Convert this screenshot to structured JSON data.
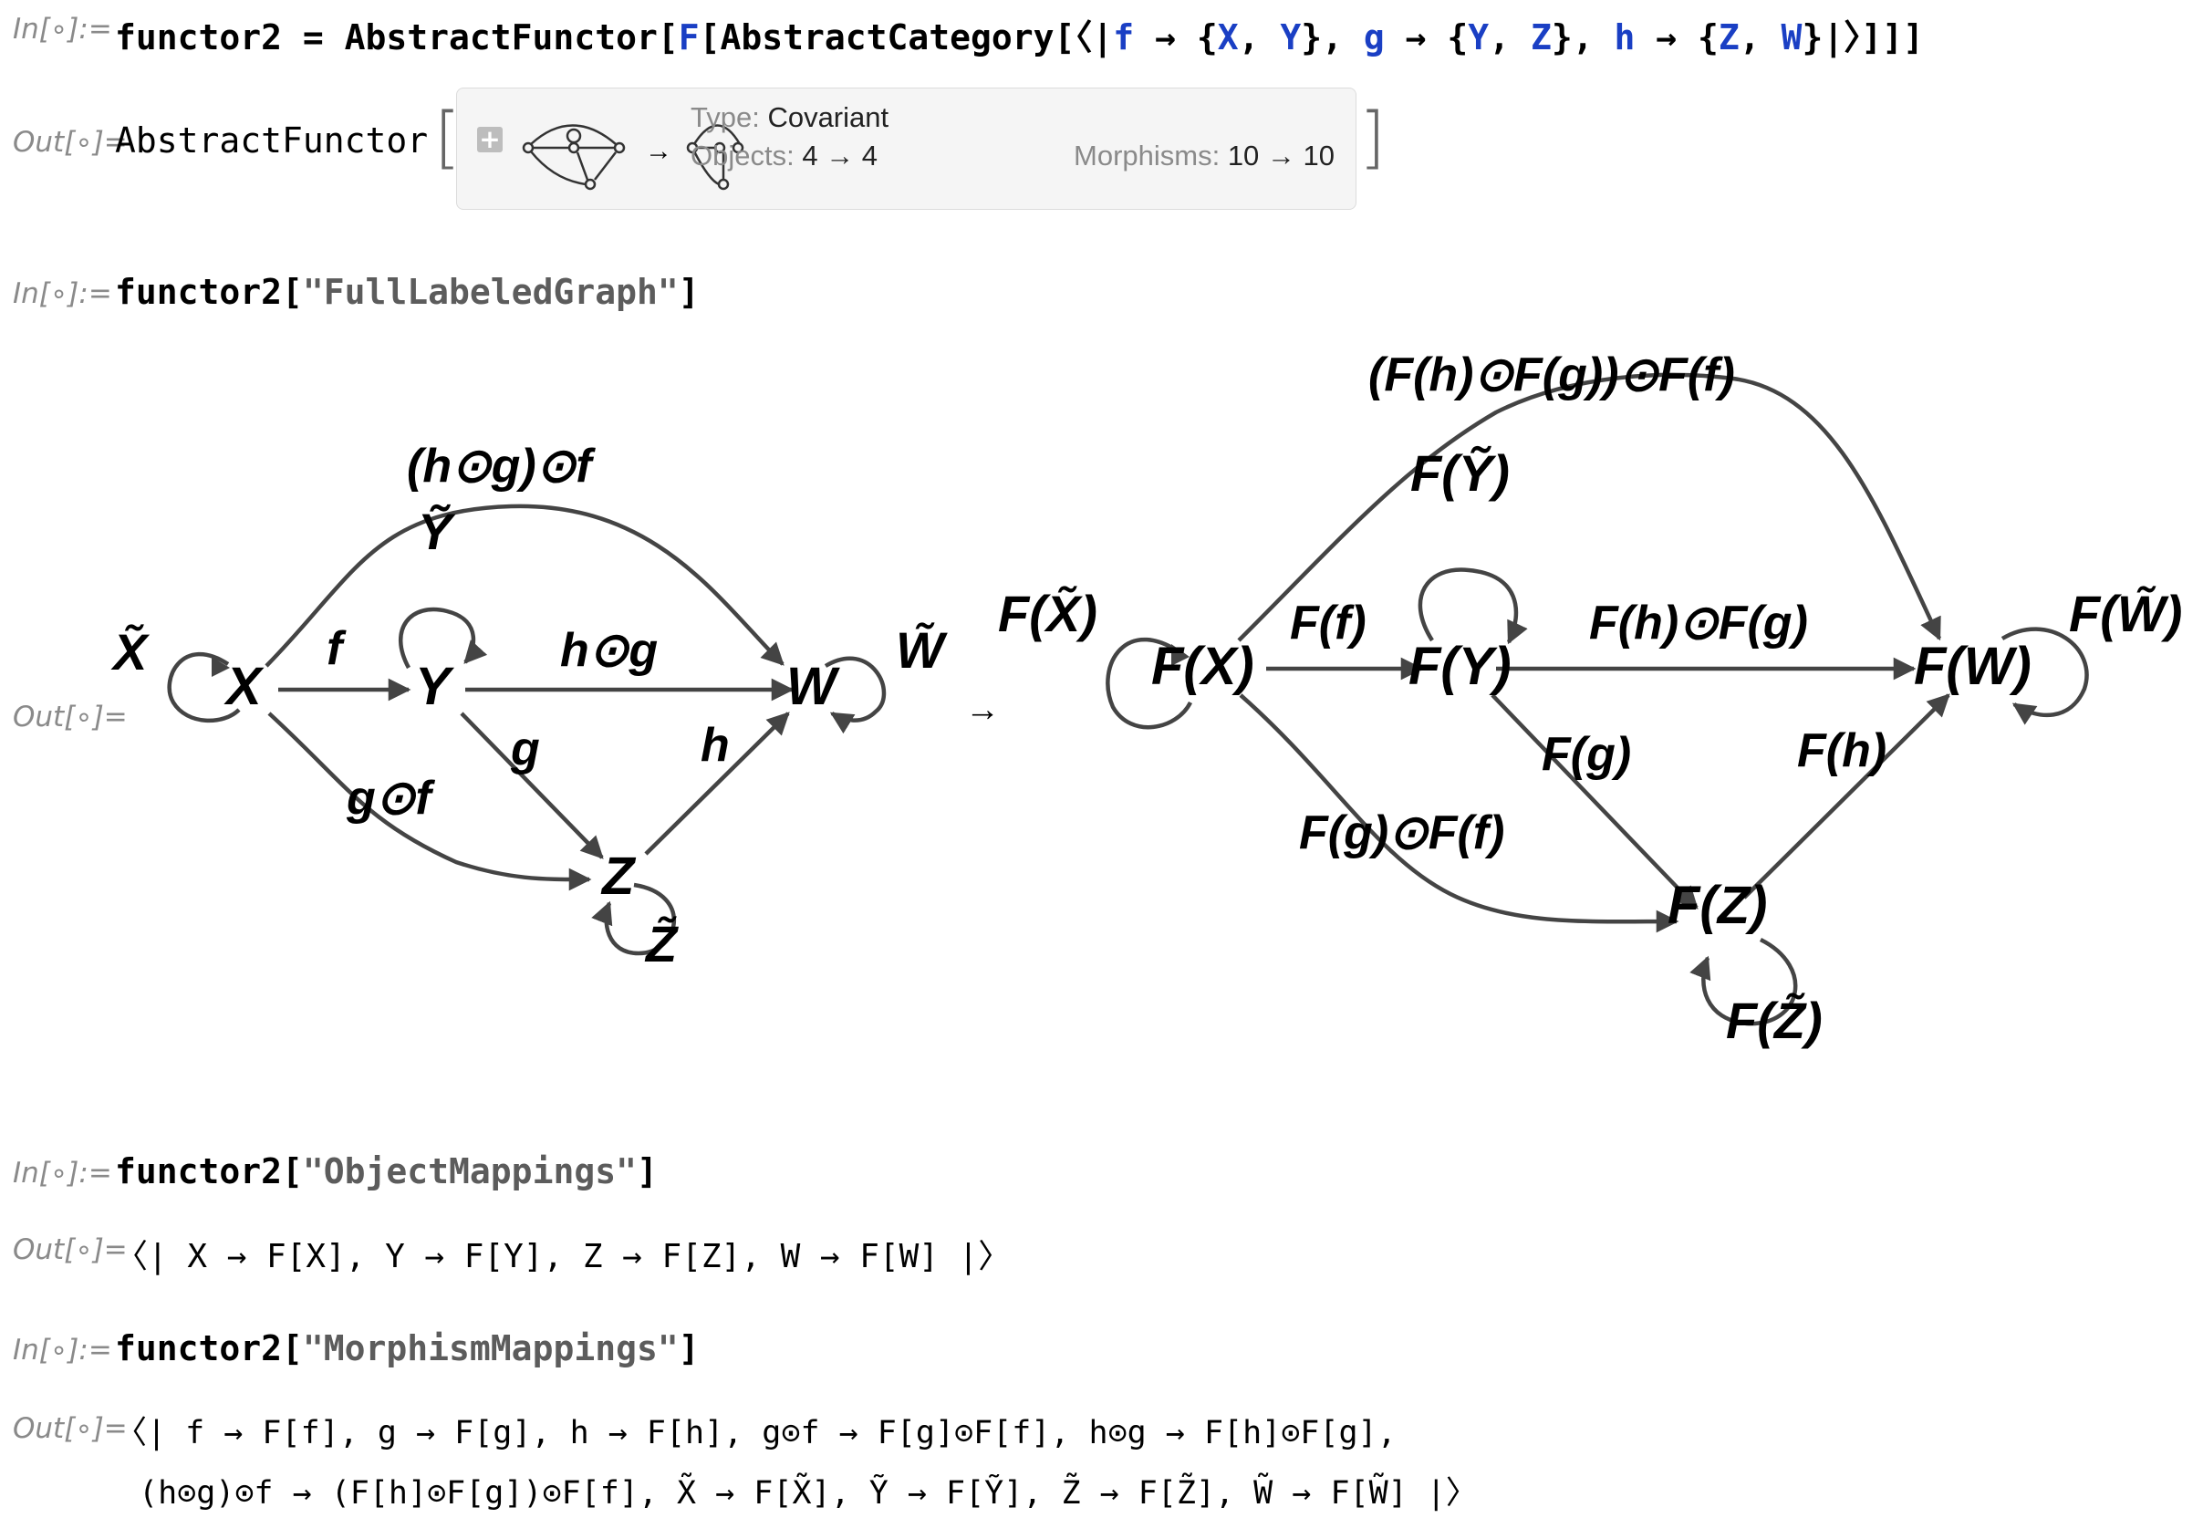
{
  "cells": [
    {
      "label": "In[∘]:=",
      "code": {
        "prefix": "functor2 = AbstractFunctor[",
        "F": "F",
        "mid1": "[AbstractCategory[〈|",
        "f": "f",
        "arrow1": " → {",
        "X": "X",
        "comma1": ", ",
        "Y": "Y",
        "close1": "}, ",
        "g": "g",
        "arrow2": " → {",
        "Y2": "Y",
        "comma2": ", ",
        "Z": "Z",
        "close2": "}, ",
        "h": "h",
        "arrow3": " → {",
        "Z2": "Z",
        "comma3": ", ",
        "W": "W",
        "suffix": "}|〉]]]"
      }
    },
    {
      "label": "Out[∘]="
    },
    {
      "label": "In[∘]:=",
      "code": {
        "name": "functor2[",
        "arg": "\"FullLabeledGraph\"",
        "end": "]"
      }
    },
    {
      "label": "Out[∘]="
    },
    {
      "label": "In[∘]:=",
      "code": {
        "name": "functor2[",
        "arg": "\"ObjectMappings\"",
        "end": "]"
      }
    },
    {
      "label": "Out[∘]="
    },
    {
      "label": "In[∘]:=",
      "code": {
        "name": "functor2[",
        "arg": "\"MorphismMappings\"",
        "end": "]"
      }
    },
    {
      "label": "Out[∘]="
    }
  ],
  "summary": {
    "head": "AbstractFunctor",
    "expand_icon": "plus-icon",
    "type_key": "Type: ",
    "type_val": "Covariant",
    "objects_key": "Objects: ",
    "objects_val": "4 → 4",
    "morphisms_key": "Morphisms: ",
    "morphisms_val": "10 → 10",
    "arrow": "→"
  },
  "graph": {
    "mid_arrow": "→",
    "left": {
      "nodes": {
        "X": "X",
        "Y": "Y",
        "Z": "Z",
        "W": "W"
      },
      "edges": {
        "f": "f",
        "g": "g",
        "h": "h",
        "hg": "h⊙g",
        "gf": "g⊙f",
        "hgf": "(h⊙g)⊙f"
      },
      "loops": {
        "X": "X̃",
        "Y": "Ỹ",
        "Z": "Z̃",
        "W": "W̃"
      }
    },
    "right": {
      "nodes": {
        "X": "F(X)",
        "Y": "F(Y)",
        "Z": "F(Z)",
        "W": "F(W)"
      },
      "edges": {
        "f": "F(f)",
        "g": "F(g)",
        "h": "F(h)",
        "hg": "F(h)⊙F(g)",
        "gf": "F(g)⊙F(f)",
        "hgf": "(F(h)⊙F(g))⊙F(f)"
      },
      "loops": {
        "X": "F(X̃)",
        "Y": "F(Ỹ)",
        "Z": "F(Z̃)",
        "W": "F(W̃)"
      }
    }
  },
  "object_mappings": "〈| X → F[X], Y → F[Y], Z → F[Z], W → F[W] |〉",
  "morphism_mappings": {
    "line1": "〈| f → F[f], g → F[g], h → F[h], g⊙f → F[g]⊙F[f], h⊙g → F[h]⊙F[g],",
    "line2": "(h⊙g)⊙f → (F[h]⊙F[g])⊙F[f], X̃ → F[X̃], Ỹ → F[Ỹ], Z̃ → F[Z̃], W̃ → F[W̃] |〉"
  }
}
